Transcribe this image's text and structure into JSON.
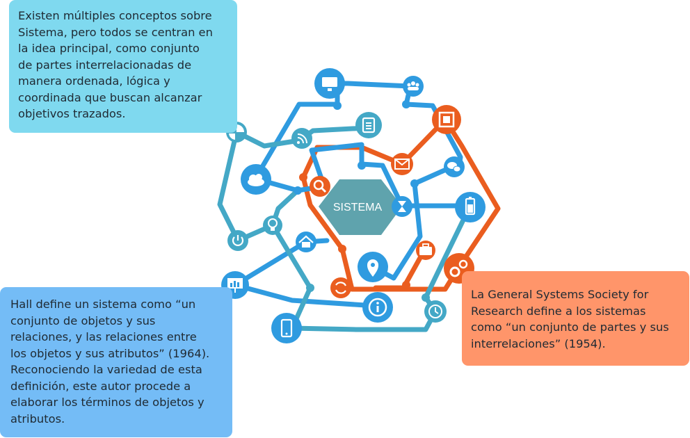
{
  "cards": {
    "top": "Existen múltiples conceptos sobre\nSistema, pero todos se centran en\nla idea principal, como conjunto\nde partes interrelacionadas de\nmanera ordenada, lógica y\ncoordinada que buscan alcanzar\nobjetivos trazados.",
    "bottom": "Hall define un sistema como “un\nconjunto de objetos y sus\nrelaciones, y las relaciones entre\nlos objetos y sus atributos” (1964).\nReconociendo la variedad de esta\ndefinición, este autor procede a\nelaborar los términos de objetos y\natributos.",
    "right": "La General Systems Society for\nResearch define a los sistemas\ncomo “un conjunto de partes y sus\ninterrelaciones” (1954)."
  },
  "center_label": "SISTEMA",
  "colors": {
    "blue": "#2f9be0",
    "teal": "#44a8c6",
    "orange": "#ea5d1f",
    "hexagon": "#5fa3ad",
    "card_top": "#7fd9ef",
    "card_bottom": "#74bcf6",
    "card_right": "#ff956a"
  },
  "icons": [
    "monitor-icon",
    "users-icon",
    "chip-icon",
    "clipboard-icon",
    "rss-icon",
    "chart-icon",
    "cloud-icon",
    "mail-icon",
    "chat-icon",
    "search-icon",
    "hourglass-icon",
    "battery-icon",
    "power-icon",
    "bulb-icon",
    "home-icon",
    "briefcase-icon",
    "location-icon",
    "gears-icon",
    "presentation-icon",
    "refresh-icon",
    "info-icon",
    "clock-icon",
    "phone-icon"
  ]
}
